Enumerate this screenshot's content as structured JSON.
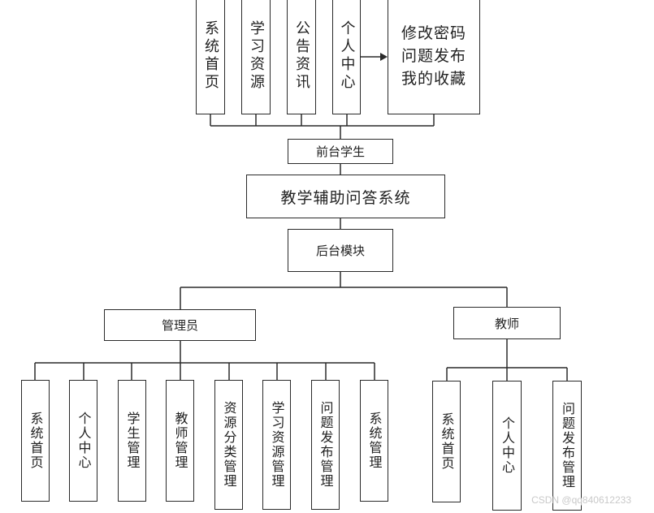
{
  "frontend": {
    "modules": [
      "系统首页",
      "学习资源",
      "公告资讯",
      "个人中心"
    ],
    "personal_center_items": [
      "修改密码",
      "问题发布",
      "我的收藏"
    ],
    "group_label": "前台学生"
  },
  "system_title": "教学辅助问答系统",
  "backend": {
    "group_label": "后台模块",
    "admin": {
      "label": "管理员",
      "modules": [
        "系统首页",
        "个人中心",
        "学生管理",
        "教师管理",
        "资源分类管理",
        "学习资源管理",
        "问题发布管理",
        "系统管理"
      ]
    },
    "teacher": {
      "label": "教师",
      "modules": [
        "系统首页",
        "个人中心",
        "问题发布管理"
      ]
    }
  },
  "watermark": "CSDN @qq840612233"
}
